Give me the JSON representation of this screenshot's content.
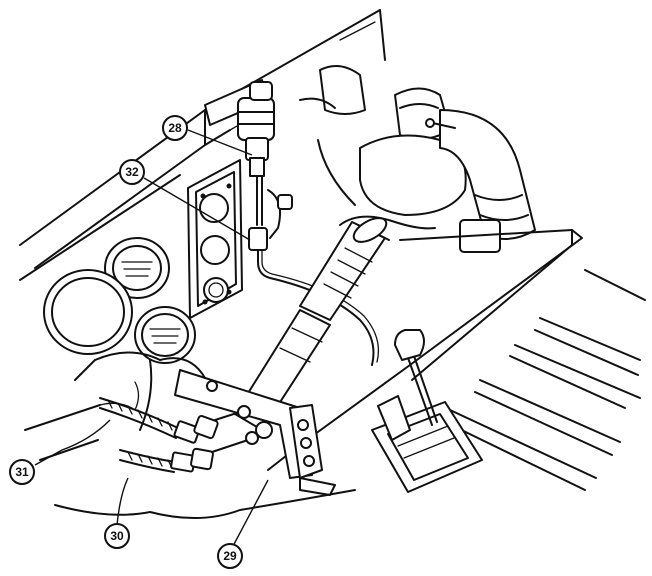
{
  "callouts": [
    {
      "id": "28",
      "label": "28"
    },
    {
      "id": "32",
      "label": "32"
    },
    {
      "id": "31",
      "label": "31"
    },
    {
      "id": "30",
      "label": "30"
    },
    {
      "id": "29",
      "label": "29"
    }
  ]
}
